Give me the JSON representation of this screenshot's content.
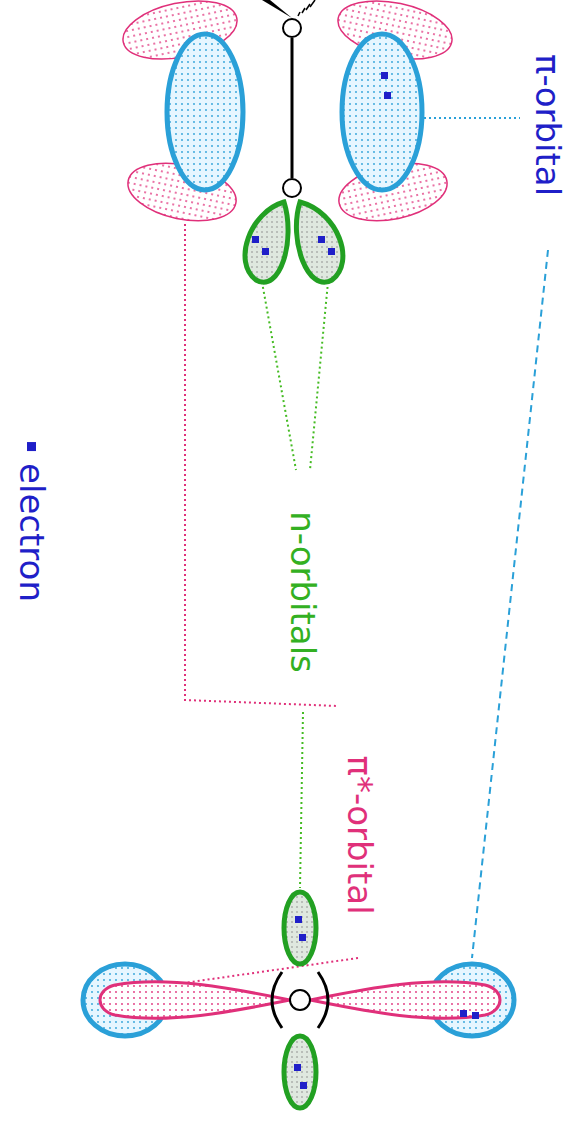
{
  "diagram": {
    "labels": [
      "π-orbital",
      "n-orbitals",
      "π*-orbital"
    ],
    "legend": [
      {
        "text": "electron",
        "color": "#1f1fc8"
      }
    ]
  }
}
